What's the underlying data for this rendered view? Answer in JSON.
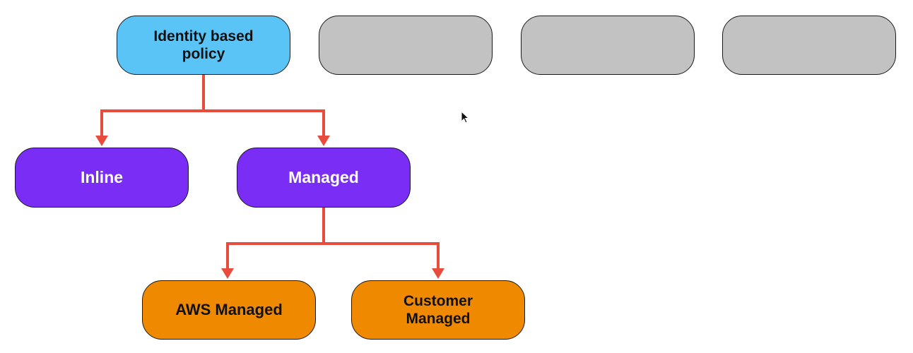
{
  "colors": {
    "identity_fill": "#5bc4f7",
    "managed_fill": "#7a2ef5",
    "managed_type_fill": "#ef8a00",
    "placeholder_fill": "#c2c2c2",
    "connector": "#e84c3d",
    "border": "#1a1a1a"
  },
  "diagram": {
    "root": {
      "label": "Identity based\npolicy"
    },
    "placeholders": [
      {
        "label": ""
      },
      {
        "label": ""
      },
      {
        "label": ""
      }
    ],
    "level2": [
      {
        "label": "Inline"
      },
      {
        "label": "Managed"
      }
    ],
    "level3": [
      {
        "label": "AWS Managed"
      },
      {
        "label": "Customer\nManaged"
      }
    ]
  },
  "icons": {
    "cursor": "mouse-pointer-icon"
  }
}
